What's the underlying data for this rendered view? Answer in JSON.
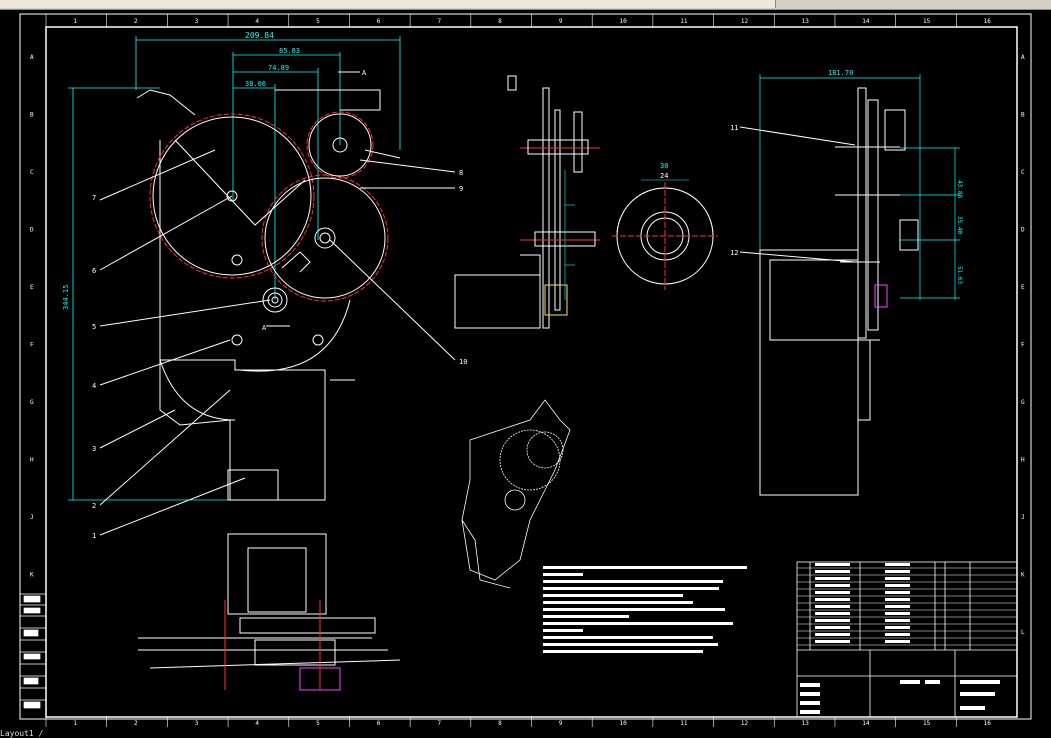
{
  "colors": {
    "background": "#000000",
    "line": "#ffffff",
    "dimension": "#00ffff",
    "hidden": "#ff3030",
    "highlight": "#ff40ff"
  },
  "border": {
    "columns": [
      "1",
      "2",
      "3",
      "4",
      "5",
      "6",
      "7",
      "8",
      "9",
      "10",
      "11",
      "12",
      "13",
      "14",
      "15",
      "16"
    ],
    "rows": [
      "A",
      "B",
      "C",
      "D",
      "E",
      "F",
      "G",
      "H",
      "J",
      "K",
      "L"
    ]
  },
  "front_view": {
    "dim_overall_width": "209.84",
    "dim_2": "85.83",
    "dim_3": "74.89",
    "dim_4": "38.06",
    "dim_height": "344.15",
    "section_arrow": "A",
    "leaders": [
      "8",
      "9",
      "10",
      "7",
      "6",
      "5",
      "4",
      "3",
      "2",
      "1"
    ]
  },
  "side_view": {
    "dim_width": "181.70",
    "dim_v1": "43.88",
    "dim_v2": "35.40",
    "dim_v3": "51.63",
    "leaders": [
      "11",
      "12"
    ]
  },
  "section_view": {
    "title": "A-A",
    "dim_top": "24",
    "dim_top2": "30"
  },
  "statusbar_text": "Layout1 /"
}
